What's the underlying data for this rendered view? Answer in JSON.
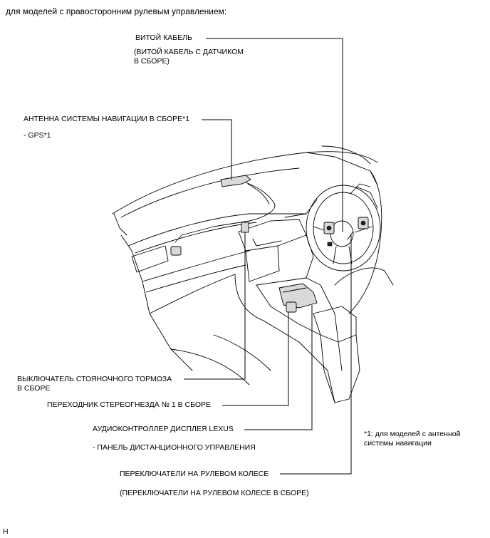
{
  "header": "для моделей с правосторонним рулевым управлением:",
  "labels": {
    "spiral_cable": "ВИТОЙ КАБЕЛЬ",
    "spiral_cable_sub1": "(ВИТОЙ КАБЕЛЬ С ДАТЧИКОМ",
    "spiral_cable_sub2": "В СБОРЕ)",
    "nav_antenna": "АНТЕННА СИСТЕМЫ НАВИГАЦИИ В СБОРЕ*1",
    "gps": "- GPS*1",
    "parking_brake_1": "ВЫКЛЮЧАТЕЛЬ СТОЯНОЧНОГО ТОРМОЗА",
    "parking_brake_2": "В СБОРЕ",
    "stereo_adapter": "ПЕРЕХОДНИК СТЕРЕОГНЕЗДА № 1 В СБОРЕ",
    "audio_controller": "АУДИОКОНТРОЛЛЕР ДИСПЛЕЯ LEXUS",
    "remote_panel": "- ПАНЕЛЬ ДИСТАНЦИОННОГО УПРАВЛЕНИЯ",
    "footnote_1": "*1: для моделей с антенной",
    "footnote_2": "системы навигации",
    "steering_switches": "ПЕРЕКЛЮЧАТЕЛИ НА РУЛЕВОМ КОЛЕСЕ",
    "steering_switches_sub": "(ПЕРЕКЛЮЧАТЕЛИ НА РУЛЕВОМ КОЛЕСЕ В СБОРЕ)"
  },
  "corner_mark": "H"
}
